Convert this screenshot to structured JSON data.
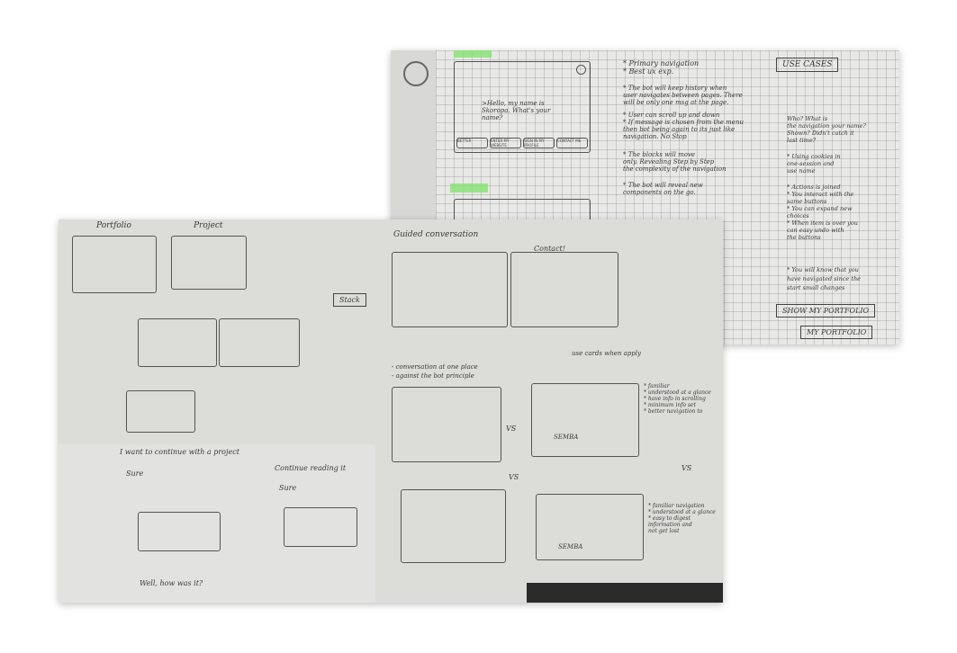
{
  "grid_sheet": {
    "use_cases_title": "USE CASES",
    "notes": [
      "* Primary navigation",
      "* Best ux exp.",
      "* The bot will keep history when",
      "user navigates between pages. There",
      "will be only one msg at the page.",
      "* User can scroll up and down",
      "* If message is chosen from the menu",
      "then bot being again to its just like",
      "navigation. No Stop",
      "* The blocks will move",
      "only. Revealing Step by Step",
      "the complexity of the navigation",
      "* The bot will reveal new",
      "components on the go."
    ],
    "use_case_notes": [
      "Who? What is",
      "the navigation your name?",
      "Shown? Didn't catch it",
      "last time?",
      "* Using cookies in",
      "one-session and",
      "use name",
      "* Actions is joined",
      "* You interact with the",
      "same buttons",
      "* You can expand new",
      "choices",
      "* When item is over you",
      "can easy undo with",
      "the buttons",
      "* You will know that you",
      "have navigated since the",
      "start small changes"
    ],
    "bottom_labels": [
      "SHOW MY PORTFOLIO",
      "MY PORTFOLIO"
    ],
    "bubble_text": ">Hello, my name is Skoropa. What's your name?",
    "options": [
      "BETTER",
      "ENTER MY WEBSITE",
      "SIGN IN MY PROFILE",
      "CONTACT ME"
    ]
  },
  "main_sheet": {
    "labels": [
      "Portfolio",
      "Project"
    ],
    "conversation_title": "Guided conversation",
    "contact_label": "Contact!",
    "stack_label": "Stack",
    "mid_notes": [
      "- conversation at one place",
      "- against the bot principle",
      "use cards when apply"
    ],
    "feature_notes_1": [
      "* familiar",
      "* understood at a glance",
      "* have info in scrolling",
      "* minimum info set",
      "* better navigation to"
    ],
    "feature_notes_2": [
      "* familiar navigation",
      "* understood at a glance",
      "* easy to digest",
      "information and",
      "not get lost"
    ],
    "name_on_card": "SEMBA",
    "bottom_left": [
      "I want to continue with a project",
      "Sure",
      "Well, how was it?"
    ],
    "continue_label": "Continue reading it",
    "vs_marks": [
      "VS",
      "VS",
      "VS"
    ]
  }
}
